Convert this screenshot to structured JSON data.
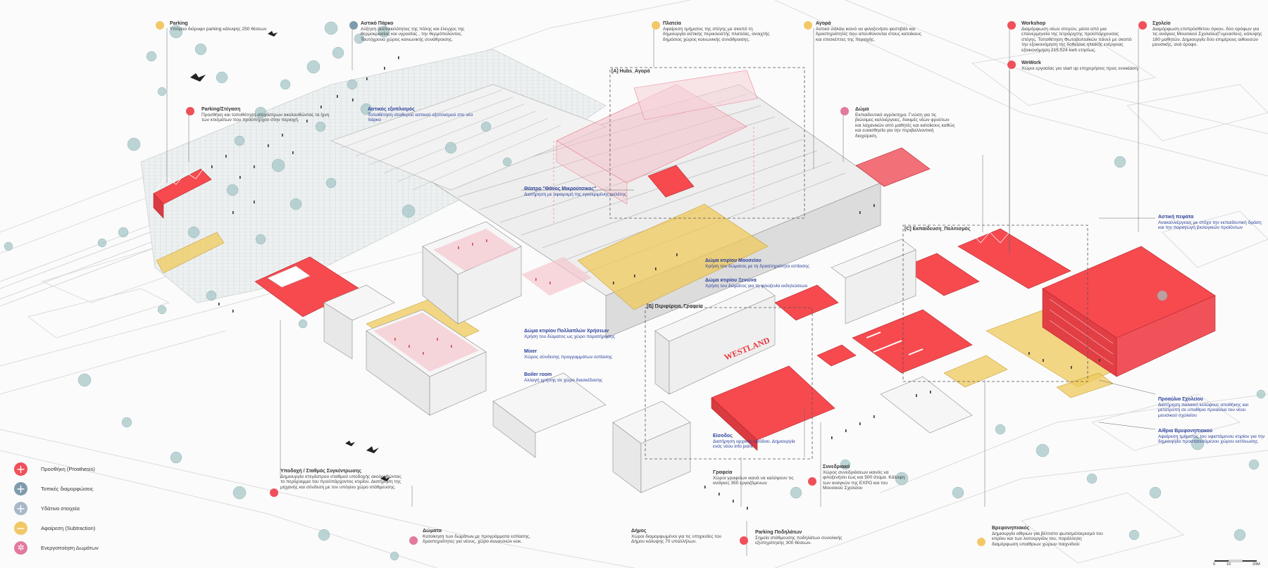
{
  "colors": {
    "addition": "#f0505a",
    "local": "#7f9bab",
    "water": "#a8b8c8",
    "subtraction": "#f2c867",
    "activation": "#e27aa0",
    "red": "#f64a4f",
    "yellow": "#efc95c",
    "pink": "#f4c3cb",
    "tree": "#9fc2c4"
  },
  "legend": [
    {
      "icon": "plus-icon",
      "label": "Προσθήκη (Prosthesis)",
      "color": "#f0505a",
      "glyph": "+"
    },
    {
      "icon": "plus-icon",
      "label": "Τοπικές διαμορφώσεις",
      "color": "#7f9bab",
      "glyph": "+"
    },
    {
      "icon": "plus-icon",
      "label": "Υδάτινα στοιχεία",
      "color": "#a8b8c8",
      "glyph": "+"
    },
    {
      "icon": "minus-icon",
      "label": "Αφαίρεση (Subtraction)",
      "color": "#f2c867",
      "glyph": "−"
    },
    {
      "icon": "gear-icon",
      "label": "Ενεργοποίηση Δωμάτων",
      "color": "#e27aa0",
      "glyph": "✲"
    }
  ],
  "zones": [
    {
      "id": "A",
      "label": "[A] Hubs_Αγορά"
    },
    {
      "id": "B",
      "label": "[B] Περιφέρεια_Γραφεία"
    },
    {
      "id": "C",
      "label": "[C] Εκπαίδευση_Πολιτισμός"
    }
  ],
  "annotations": [
    {
      "title": "Parking",
      "desc": "Υπόγειο διόροφο parking κάλυψης 250 θέσεων"
    },
    {
      "title": "Αστικό Πάρκο",
      "desc": "Αύξηση βιοποικιλότητας της πόλης και έλεγχος της θερμοκρασίας και υγρασίας , την θερμόπολοντος. Ταυτόχρονα χώρος κοινωνικής συνάθροισης."
    },
    {
      "title": "Πλατεία",
      "desc": "Αφαίρεση τμήματος της στέγης με σκοπό τη δημιουργία αστικής περικλειστής πλατείας, ανοιχτής δημόσιος χώρος κοινωνικής συνάθροισης."
    },
    {
      "title": "Αγορά",
      "desc": "Αστικό σαλόνι ικανό να φιλοξενήσει φεστιβάλ και δραστηριότητες που απευθύνονται στους κατοίκους και επισκέπτες της περιοχής."
    },
    {
      "title": "Workshop",
      "desc": "Διαμόρφωση νέων στεγών, μέσα από μια επανερμηνεία της τετράριχτης προϋπάρχουσας στέγης. Τοποθέτηση Φωτοβολταϊκών πάνελ με σκοπό την εξοικονόμηση της δοθείσας ηλιακής ενέργειας εξοικονόμηση 215.524 kwh ετησίως."
    },
    {
      "title": "WeWork",
      "desc": "Χώροι εργασίας για start up επιχειρήσεις προς ενοικίαση."
    },
    {
      "title": "Σχολείο",
      "desc": "Διαμόρφωση επιπρόσθετου όγκου, δύο ορόφων για τις ανάγκες Μουσικού Σχολείου(Γυμνασίου), κάλυψης 180 μαθητών. Δημιουργία δύο επιμέρους αιθουσών μουσικής, ανά όροφο."
    },
    {
      "title": "Parking/Στέγαση",
      "desc": "Προσθήκη και τοποθέτηση στεγάστρων ακολουθώντας τα ίχνη των κτισμάτων που προϋπήρχαν στην περιοχή."
    },
    {
      "title": "Αστικός εξοπλισμός",
      "desc": "Τοποθέτηση σταθερού αστικού εξοπλισμού στο νέο πάρκο",
      "blue": true
    },
    {
      "title": "Δώμα",
      "desc": "Εκπαιδευτικό αγρόκτημα. Γνώση για τις βιώσιμες καλλιέργειες, δοκιμές νέων φρούτων και λαχανικών από μαθητές και κατοίκους καθώς και ευαισθησία για την περιβαλλοντική διαχείριση."
    },
    {
      "title": "Θέατρο \"Θάνος Μικρούτσικος\"",
      "desc": "Διατήρηση με αφαιρομή της εγκεκριμένης μελέτης",
      "blue": true
    },
    {
      "title": "Δώμα κτιρίου Μουσείου",
      "desc": "Χρήση του δώματος με τη δραστηριότητα εστίασης",
      "blue": true
    },
    {
      "title": "Δώμα κτιρίου Ξενώνα",
      "desc": "Χρήση του δώματος για τη φιλοξενία εκδηλώσεων",
      "blue": true
    },
    {
      "title": "Δώμα κτιρίου Πολλαπλών Χρήσεων",
      "desc": "Χρήση του δώματος ως χώρο παρατήρησης",
      "blue": true
    },
    {
      "title": "Mixer",
      "desc": "Χώρος σύνδεσης προγραμμάτων εστίασης",
      "blue": true
    },
    {
      "title": "Boiler room",
      "desc": "Αλλαγή χρήσης σε χώρο διασκέδασης",
      "blue": true
    },
    {
      "title": "Αστική πεφάτα",
      "desc": "Ανακαλλιέργειας με στόχο την εκπαιδευτική δράση και την παραγωγή βιολογικών προϊόντων",
      "blue": true
    },
    {
      "title": "Προαύλιο Σχολείου",
      "desc": "Διατήρηση παλαιού κελύφους αποθήκης και μετατροπή σε υπαίθριο προαύλιο του νέου μουσικού σχολείου",
      "blue": true
    },
    {
      "title": "Αίθρια Βρεφονηπιακού",
      "desc": "Αφαίρεση τμήματος του υφιστάμενου κτιρίου για την δημιουργία προστατευόμενου χώρου εκτόνωσης",
      "blue": true
    },
    {
      "title": "Είσοδος",
      "desc": "Διατήρηση αρχικής εισόδου. Δημιουργία ενός νέου info point",
      "blue": true
    },
    {
      "title": "Υποδοχή / Σταθμός Συγκέντρωσης",
      "desc": "Δημιουργία στεγάστρου σταθμού υποδοχής ακολουθώντας το περίγραμμα του προϋπάρχοντος κτιρίου. Διατήρηση της μηχανής και σύνδεση με τον υπόγειο χώρο στάθμευσης."
    },
    {
      "title": "Γραφεία",
      "desc": "Χώροι γραφείων ικανά να καλύψουν τις ανάγκες 350 εργαζόμενων"
    },
    {
      "title": "Συνεδριακό",
      "desc": "Χώρος συνεδριάσεων ικανός να φιλοξενήσει έως και 500 άτομα. Κάλυψη των αναγκών της EXPO και του Μουσικού Σχολείου"
    },
    {
      "title": "Δώματα",
      "desc": "Κατοίκηση των δωμάτων με προγράμματα εστίασης, δραστηριότητες για νέους, χώρο συναυλιών κοκ."
    },
    {
      "title": "Δήμος",
      "desc": "Χώροι διαμορφωμένοι για τις υπηρεσίες του Δήμου κάλυψης 70 υπαλλήλων."
    },
    {
      "title": "Parking Ποδηλάτων",
      "desc": "Σημεία στάθμευσης ποδηλάτων συνολικής εξυπηρέτησης 300 θέσεων."
    },
    {
      "title": "Βρεφονηπιακός",
      "desc": "Δημιουργία αίθριων για βέλτιστο φωτισμό/αερισμό του κτιρίου και των λειτουργιών του, παράλληλη διαμόρφωση υπαίθριων χώρων παιχνιδιού"
    }
  ],
  "signage": "WESTLAND",
  "scalebar": {
    "labels": [
      "0",
      "10",
      "20M"
    ]
  }
}
